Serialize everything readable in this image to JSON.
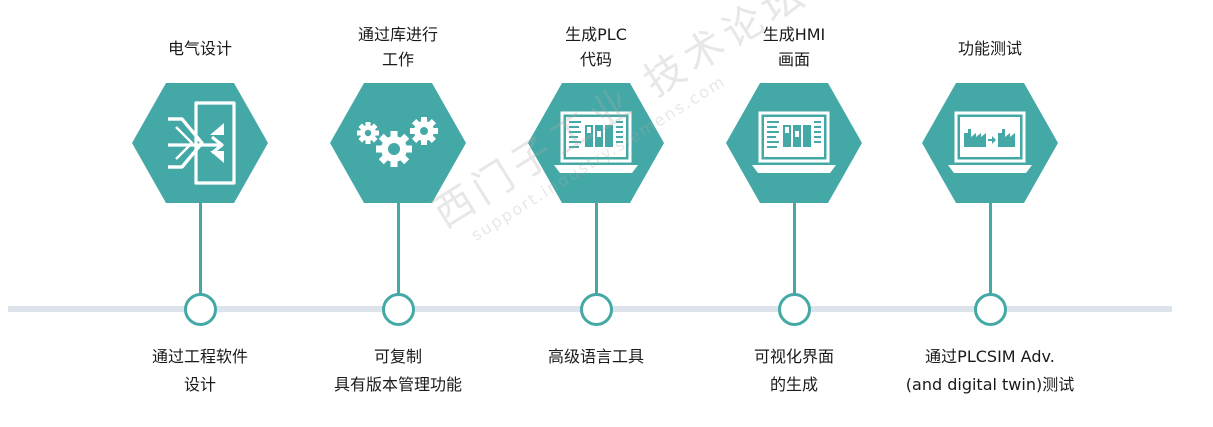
{
  "accent_color": "#44a9a6",
  "timeline_color": "#dde3ea",
  "steps": [
    {
      "title_lines": [
        "电气设计"
      ],
      "icon": "exchange-door-icon",
      "desc_lines": [
        "通过工程软件",
        "设计"
      ]
    },
    {
      "title_lines": [
        "通过库进行",
        "工作"
      ],
      "icon": "gears-icon",
      "desc_lines": [
        "可复制",
        "具有版本管理功能"
      ]
    },
    {
      "title_lines": [
        "生成PLC",
        "代码"
      ],
      "icon": "laptop-code-icon",
      "desc_lines": [
        "高级语言工具"
      ]
    },
    {
      "title_lines": [
        "生成HMI",
        "画面"
      ],
      "icon": "laptop-hmi-icon",
      "desc_lines": [
        "可视化界面",
        "的生成"
      ]
    },
    {
      "title_lines": [
        "功能测试"
      ],
      "icon": "laptop-factory-icon",
      "desc_lines": [
        "通过PLCSIM Adv.",
        "(and digital twin)测试"
      ]
    }
  ],
  "watermark": {
    "text": "西门子工业 技术论坛",
    "url": "support.industry.siemens.com"
  }
}
